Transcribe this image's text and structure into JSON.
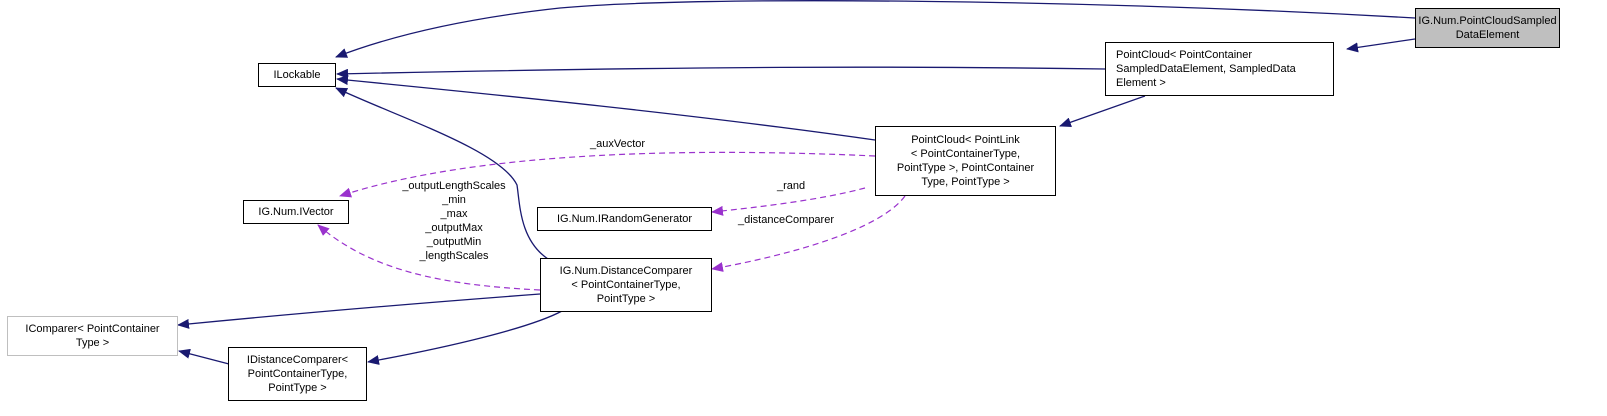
{
  "colors": {
    "inheritance": "#191970",
    "usage": "#9a32cd",
    "node_border": "#000000",
    "external_border": "#bfbfbf",
    "current_fill": "#bfbfbf"
  },
  "nodes": {
    "ilockable": "ILockable",
    "pointcloud_sampled": "IG.Num.PointCloudSampled\nDataElement",
    "pointcloud_template": "PointCloud< PointContainer\nSampledDataElement, SampledData\nElement >",
    "pointcloud_link": "PointCloud< PointLink\n< PointContainerType,\nPointType >, PointContainer\nType, PointType >",
    "ivector": "IG.Num.IVector",
    "irandom": "IG.Num.IRandomGenerator",
    "distance_comparer": "IG.Num.DistanceComparer\n< PointContainerType,\nPointType >",
    "icomparer": "IComparer< PointContainer\nType >",
    "idistance_comparer": "IDistanceComparer<\nPointContainerType,\nPointType >"
  },
  "edge_labels": {
    "aux_vector": "_auxVector",
    "rand": "_rand",
    "distance_comparer": "_distanceComparer",
    "length_scales": "_outputLengthScales\n_min\n_max\n_outputMax\n_outputMin\n_lengthScales"
  }
}
